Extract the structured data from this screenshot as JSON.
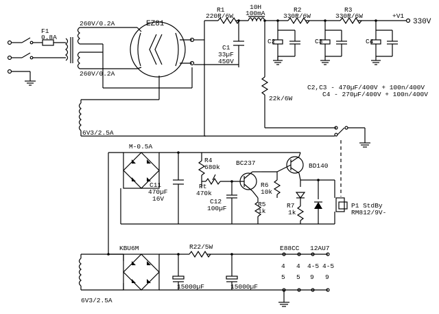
{
  "power": {
    "fuse": {
      "ref": "F1",
      "value": "0.8A"
    },
    "secondary_top": "260V/0.2A",
    "secondary_bottom": "260V/0.2A",
    "heater_winding_1": "6V3/2.5A",
    "heater_winding_2": "6V3/2.5A"
  },
  "rectifier_tube": "EZ81",
  "filter": {
    "r1_ref": "R1",
    "r1_value": "220R/6W",
    "choke_value": "10H",
    "choke_current": "100mA",
    "c1_ref": "C1",
    "c1_value": "33µF",
    "c1_voltage": "450V",
    "r2_ref": "R2",
    "r2_value": "330R/6W",
    "r3_ref": "R3",
    "r3_value": "330R/6W",
    "c2_ref": "C2",
    "c3_ref": "C3",
    "c4_ref": "C4",
    "v1_label": "+V1",
    "v1_value": "330V",
    "bleeder": "22k/6W",
    "note_line1": "C2,C3 - 470µF/400V + 100n/400V",
    "note_line2": "C4 - 270µF/400V + 100n/400V"
  },
  "standby": {
    "bridge_label": "M-0.5A",
    "c11_ref": "C11",
    "c11_value": "470µF",
    "c11_voltage": "16V",
    "r4_ref": "R4",
    "r4_value": "680k",
    "pt_ref": "Pt",
    "pt_value": "470k",
    "c12_ref": "C12",
    "c12_value": "100µF",
    "q1": "BC237",
    "q2": "BD140",
    "r5_ref": "R5",
    "r5_value": "1k",
    "r6_ref": "R6",
    "r6_value": "10k",
    "r7_ref": "R7",
    "r7_value": "1k",
    "relay_ref": "P1 StdBy",
    "relay_model": "RM812/9V-"
  },
  "heater": {
    "bridge_label": "KBU6M",
    "r22_value": "R22/5W",
    "c_a_value": "15000µF",
    "c_b_value": "15000µF",
    "tube1": "E88CC",
    "tube2": "12AU7",
    "pins_a_top": "4",
    "pins_a_bot": "5",
    "pins_b_top": "4",
    "pins_b_bot": "5",
    "pins_c_top": "4-5",
    "pins_c_bot": "9",
    "pins_d_top": "4-5",
    "pins_d_bot": "9"
  }
}
